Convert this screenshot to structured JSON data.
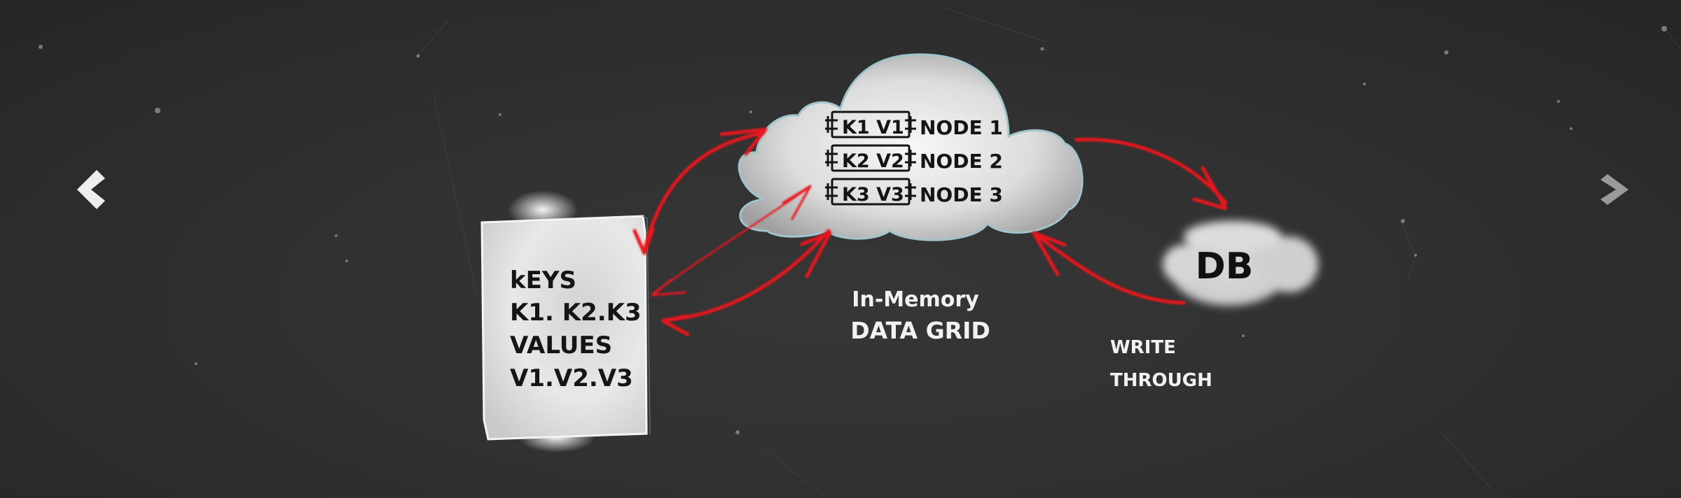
{
  "slider": {
    "prev_label": "Previous slide",
    "next_label": "Next slide",
    "prev_icon": "chevron-left-icon",
    "next_icon": "chevron-right-icon"
  },
  "colors": {
    "background": "#2f2f2f",
    "arrow_red": "#e8141c",
    "prev_arrow": "#eeeeee",
    "next_arrow": "#9a9a9a",
    "text_light": "#f2f2f2",
    "ink": "#111111"
  },
  "diagram": {
    "document": {
      "lines": [
        "kEYS",
        "K1. K2.K3",
        "VALUES",
        "V1.V2.V3"
      ]
    },
    "grid_cloud": {
      "nodes": [
        {
          "entry": "K1 V1",
          "label": "NODE 1"
        },
        {
          "entry": "K2 V2",
          "label": "NODE 2"
        },
        {
          "entry": "K3 V3",
          "label": "NODE 3"
        }
      ]
    },
    "grid_caption": {
      "line1": "In-Memory",
      "line2": "DATA GRID"
    },
    "db_cloud": {
      "label": "DB"
    },
    "db_caption": {
      "line1": "WRITE",
      "line2": "THROUGH"
    }
  }
}
